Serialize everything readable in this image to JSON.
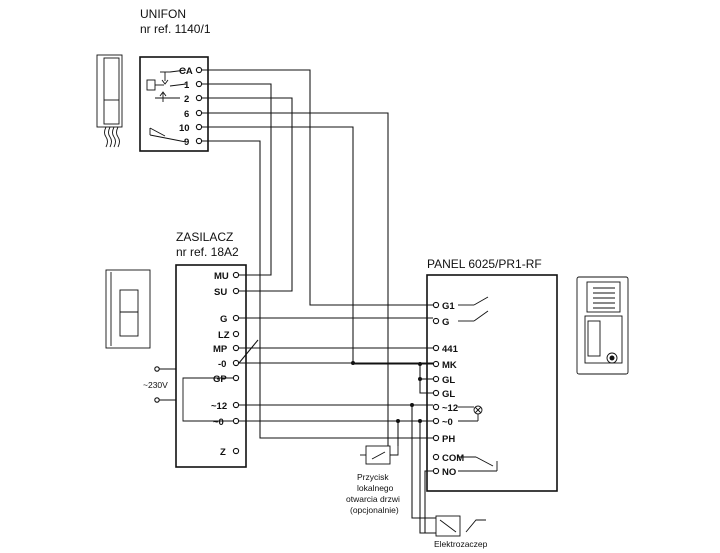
{
  "unifon": {
    "name": "UNIFON",
    "ref": "nr ref. 1140/1",
    "terminals": [
      "CA",
      "1",
      "2",
      "6",
      "10",
      "9"
    ]
  },
  "zasilacz": {
    "name": "ZASILACZ",
    "ref": "nr ref. 18A2",
    "terminals": [
      "MU",
      "SU",
      "G",
      "LZ",
      "MP",
      "-0",
      "GP",
      "~12",
      "~0",
      "Z"
    ],
    "mains": "~230V"
  },
  "panel": {
    "name": "PANEL 6025/PR1-RF",
    "terminals": [
      "G1",
      "G",
      "441",
      "MK",
      "GL",
      "GL",
      "~12",
      "~0",
      "PH",
      "COM",
      "NO"
    ]
  },
  "button": {
    "lines": [
      "Przycisk",
      "lokalnego",
      "otwarcia drzwi",
      "(opcjonalnie)"
    ]
  },
  "lock": {
    "label": "Elektrozaczep"
  }
}
